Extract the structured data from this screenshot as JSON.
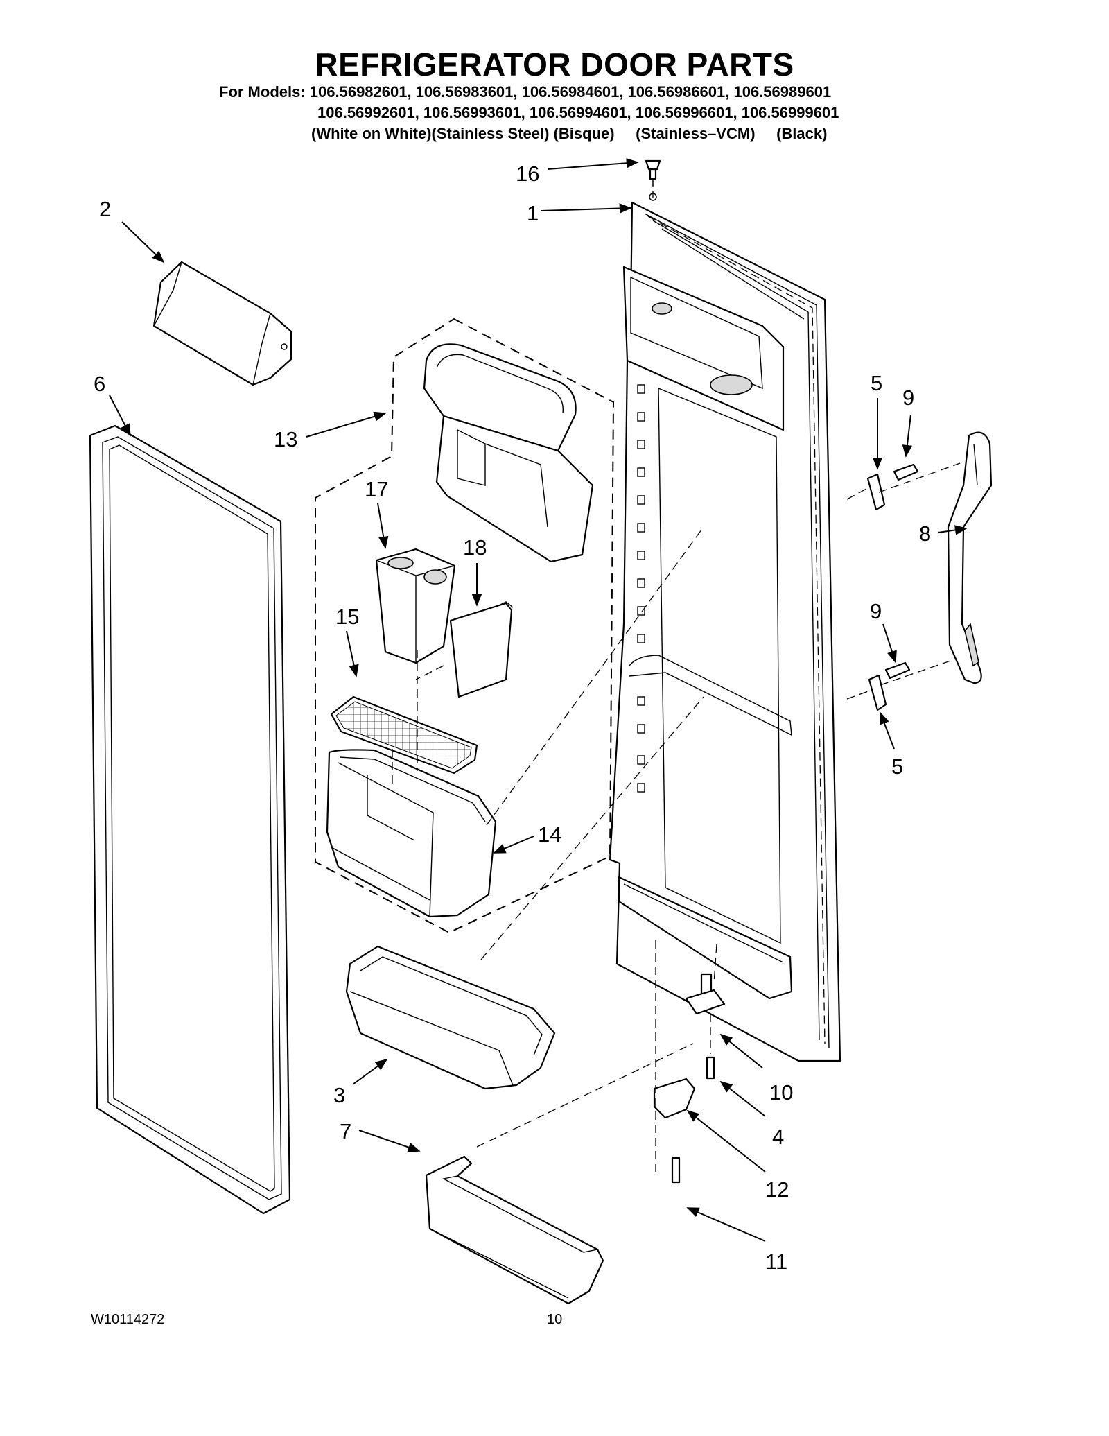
{
  "header": {
    "title": "REFRIGERATOR DOOR PARTS",
    "models_line1": "For Models: 106.56982601, 106.56983601, 106.56984601, 106.56986601, 106.56989601",
    "models_line2": "106.56992601, 106.56993601, 106.56994601, 106.56996601, 106.56999601",
    "models_line3": "(White on White)(Stainless Steel) (Bisque)     (Stainless–VCM)     (Black)"
  },
  "callouts": {
    "c1": "1",
    "c2": "2",
    "c3": "3",
    "c4": "4",
    "c5a": "5",
    "c5b": "5",
    "c6": "6",
    "c7": "7",
    "c8": "8",
    "c9a": "9",
    "c9b": "9",
    "c10": "10",
    "c11": "11",
    "c12": "12",
    "c13": "13",
    "c14": "14",
    "c15": "15",
    "c16": "16",
    "c17": "17",
    "c18": "18"
  },
  "footer": {
    "doc_number": "W10114272",
    "page_number": "10"
  }
}
